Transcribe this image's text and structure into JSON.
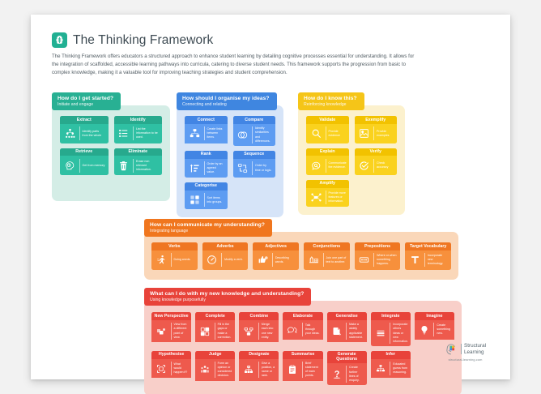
{
  "page": {
    "title": "The Thinking Framework",
    "title_icon": "brain-icon",
    "description": "The Thinking Framework offers educators a structured approach to enhance student learning by detailing cognitive processes essential for understanding. It allows for the integration of scaffolded, accessible learning pathways into curricula, catering to diverse student needs. This framework supports the progression from basic to complex knowledge, making it a valuable tool for improving teaching strategies and student comprehension."
  },
  "colors": {
    "green": "#28b093",
    "green_panel": "#d4ede6",
    "blue": "#3f86e0",
    "blue_panel": "#d6e4f8",
    "yellow": "#f5c518",
    "yellow_panel": "#fcf1cd",
    "orange": "#f0761e",
    "orange_panel": "#fad7b9",
    "red": "#e8433a",
    "red_panel": "#f8cfc9",
    "text": "#3e4b53"
  },
  "sections": [
    {
      "id": "get-started",
      "question": "How do I get started?",
      "subtitle": "Initiate and engage",
      "cards": [
        {
          "title": "Extract",
          "desc": "Identify parts from the whole",
          "icon": "hierarchy-icon"
        },
        {
          "title": "Identify",
          "desc": "List the information to be used.",
          "icon": "checklist-icon"
        },
        {
          "title": "Retrieve",
          "desc": "Get from memory",
          "icon": "head-clock-icon"
        },
        {
          "title": "Eliminate",
          "desc": "Erase non relevant information.",
          "icon": "trash-icon"
        }
      ]
    },
    {
      "id": "organise-ideas",
      "question": "How should I organise my ideas?",
      "subtitle": "Connecting and relating",
      "cards": [
        {
          "title": "Connect",
          "desc": "Create links between items.",
          "icon": "nodes-link-icon"
        },
        {
          "title": "Compare",
          "desc": "Identify similarities and differences.",
          "icon": "venn-icon"
        },
        {
          "title": "Rank",
          "desc": "Order by an agreed value.",
          "icon": "ranking-bars-icon"
        },
        {
          "title": "Sequence",
          "desc": "Order by time or logic.",
          "icon": "flow-arrows-icon"
        },
        {
          "title": "Categorise",
          "desc": "Sort items into groups.",
          "icon": "grid-blocks-icon"
        }
      ]
    },
    {
      "id": "know-this",
      "question": "How do I know this?",
      "subtitle": "Reinforcing knowledge",
      "cards": [
        {
          "title": "Validate",
          "desc": "Provide evidence",
          "icon": "magnifier-icon"
        },
        {
          "title": "Exemplify",
          "desc": "Provide examples",
          "icon": "picture-icon"
        },
        {
          "title": "Explain",
          "desc": "Communicate the evidence.",
          "icon": "speech-magnifier-icon"
        },
        {
          "title": "Verify",
          "desc": "Check accuracy",
          "icon": "check-circle-icon"
        },
        {
          "title": "Amplify",
          "desc": "Provide more features or information.",
          "icon": "expand-node-icon"
        }
      ]
    },
    {
      "id": "communicate",
      "question": "How can I communicate my understanding?",
      "subtitle": "Integrating language",
      "cards": [
        {
          "title": "Verbs",
          "desc": "Doing words.",
          "icon": "running-person-icon"
        },
        {
          "title": "Adverbs",
          "desc": "Modify a verb.",
          "icon": "speed-dial-icon"
        },
        {
          "title": "Adjectives",
          "desc": "Describing words.",
          "icon": "thumb-rosette-icon"
        },
        {
          "title": "Conjunctions",
          "desc": "Join one part of text to another.",
          "icon": "bridge-icon"
        },
        {
          "title": "Prepositions",
          "desc": "Where or when something happens.",
          "icon": "map-marker-box-icon"
        },
        {
          "title": "Target Vocabulary",
          "desc": "Incorporate new terminology.",
          "icon": "letter-t-icon"
        }
      ]
    },
    {
      "id": "apply-knowledge",
      "question": "What can I do with my new knowledge and understanding?",
      "subtitle": "Using knowledge purposefully",
      "cards": [
        {
          "title": "New Perspective",
          "desc": "View from a different point of view.",
          "icon": "viewpoint-icon"
        },
        {
          "title": "Complete",
          "desc": "Fill in the gaps or make a correction.",
          "icon": "puzzle-grid-icon"
        },
        {
          "title": "Combine",
          "desc": "Merge each into one new entity.",
          "icon": "merge-icon"
        },
        {
          "title": "Elaborate",
          "desc": "Talk through your ideas.",
          "icon": "speech-bubbles-icon"
        },
        {
          "title": "Generalise",
          "desc": "Make a widely applicable statement.",
          "icon": "document-fold-icon"
        },
        {
          "title": "Integrate",
          "desc": "Incorporate others ideas or new information.",
          "icon": "layers-icon"
        },
        {
          "title": "Imagine",
          "desc": "Create something new.",
          "icon": "lightbulb-icon"
        },
        {
          "title": "Hypothesise",
          "desc": "What would happen if?",
          "icon": "frame-arrows-icon"
        },
        {
          "title": "Judge",
          "desc": "Form an opinion or considered decision.",
          "icon": "scales-group-icon"
        },
        {
          "title": "Designate",
          "desc": "Give a position, a name or rank.",
          "icon": "org-chart-icon"
        },
        {
          "title": "Summarise",
          "desc": "Brief statement of main points.",
          "icon": "clipboard-icon"
        },
        {
          "title": "Generate Questions",
          "desc": "Create further lines of enquiry.",
          "icon": "question-mark-icon"
        },
        {
          "title": "Infer",
          "desc": "Educated guess from reasoning.",
          "icon": "network-idea-icon"
        }
      ]
    }
  ],
  "footer": {
    "brand_line1": "Structural",
    "brand_line2": "Learning",
    "url": "structural-learning.com",
    "logo_icon": "structural-learning-logo-icon"
  }
}
